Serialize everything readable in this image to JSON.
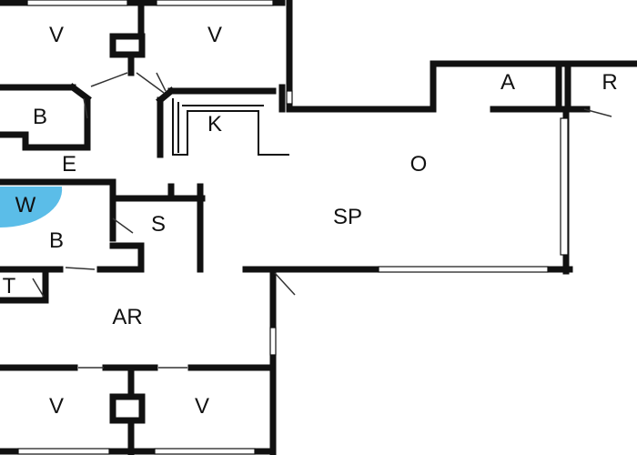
{
  "colors": {
    "wall": "#111111",
    "whirlpool": "#5bbde8",
    "background": "#ffffff"
  },
  "rooms": {
    "v_top_left": "V",
    "v_top_right": "V",
    "a": "A",
    "r": "R",
    "b_upper": "B",
    "k": "K",
    "e": "E",
    "o": "O",
    "w": "W",
    "s": "S",
    "sp": "SP",
    "b_lower": "B",
    "t": "T",
    "ar": "AR",
    "v_bottom_left": "V",
    "v_bottom_right": "V"
  }
}
